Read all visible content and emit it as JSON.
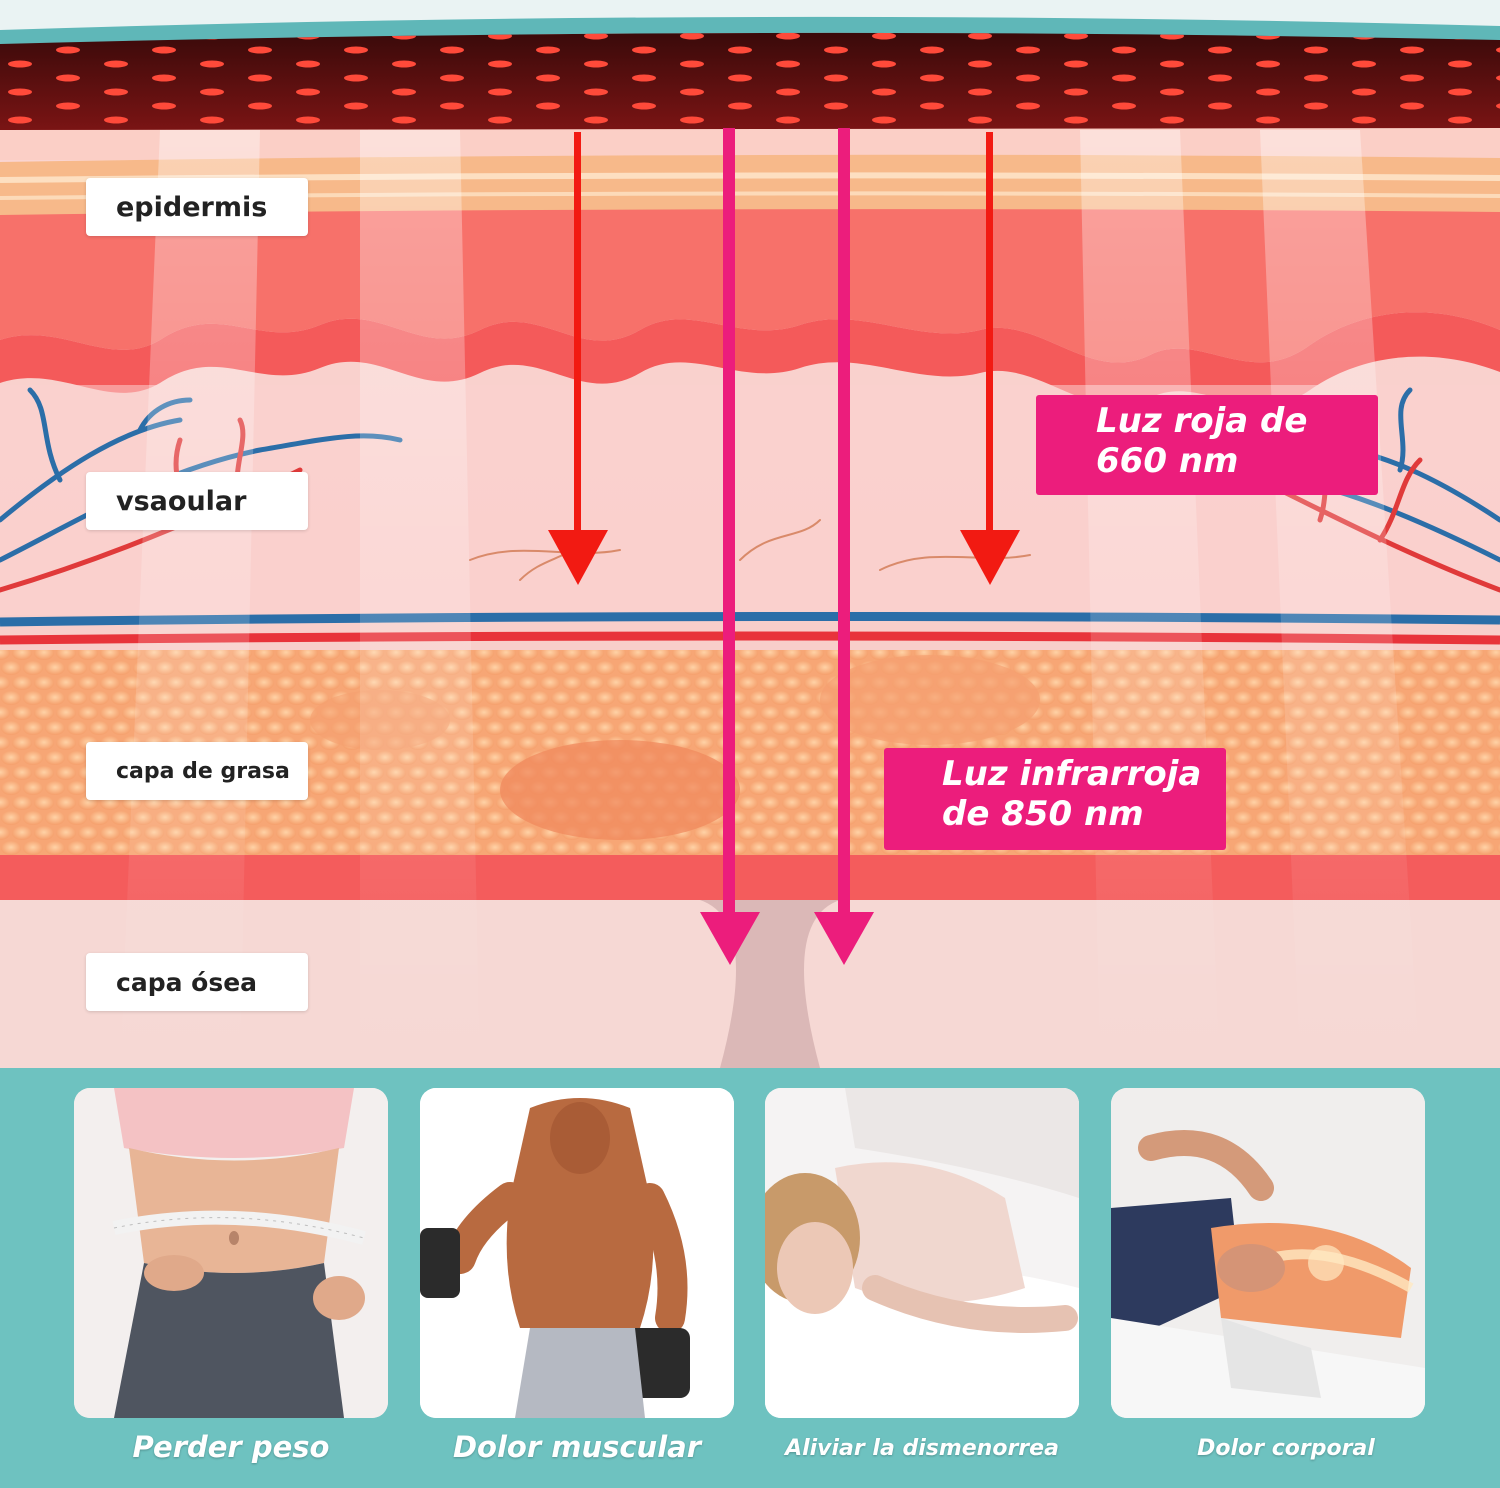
{
  "diagram": {
    "layer_labels": {
      "epidermis": "epidermis",
      "vascular": "vsaoular",
      "fat": "capa de grasa",
      "bone": "capa ósea"
    },
    "light_labels": {
      "red": [
        "Luz roja de",
        "660 nm"
      ],
      "infrared": [
        "Luz infrarroja",
        "de 850 nm"
      ]
    },
    "colors": {
      "red_light": "#f21a12",
      "infrared_light": "#ec1d7c",
      "background_teal": "#6ec2c0"
    }
  },
  "benefits": [
    {
      "caption": "Perder peso",
      "icon": "waist-measuring-tape-photo"
    },
    {
      "caption": "Dolor muscular",
      "icon": "dumbbell-muscle-photo"
    },
    {
      "caption": "Aliviar la dismenorrea",
      "icon": "woman-resting-photo"
    },
    {
      "caption": "Dolor corporal",
      "icon": "knee-joint-pain-photo"
    }
  ]
}
